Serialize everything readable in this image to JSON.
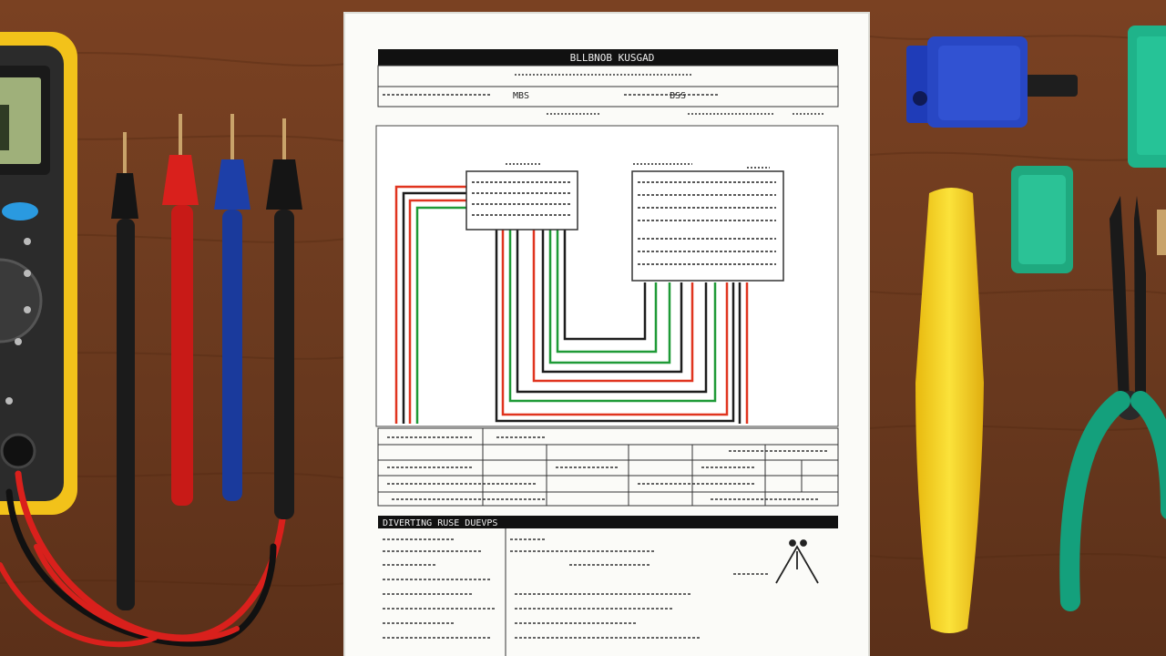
{
  "scene": {
    "description_tags": [
      "multimeter",
      "test-leads",
      "wiring-diagram-sheet",
      "relay-connector",
      "spudger",
      "pliers"
    ]
  },
  "document": {
    "header_text": "BLLBNOB KUSGAD",
    "footer_header_text": "DIVERTING RUSE DUEVPS",
    "header_row_left": "MBS",
    "header_row_mid": "BSS"
  },
  "colors": {
    "wood": "#6b3a1f",
    "wood_dark": "#4f2812",
    "paper": "#fbfbf8",
    "wire_red": "#e0341f",
    "wire_green": "#1f9a37",
    "wire_black": "#1d1d1d",
    "multimeter_yellow": "#f2c21a",
    "probe_red": "#d9201c",
    "probe_blue": "#1d3fa8",
    "spudger_yellow": "#f6cf1d",
    "connector_blue": "#2847c4",
    "connector_teal": "#1fb38a",
    "plier_handle": "#14a07c"
  }
}
